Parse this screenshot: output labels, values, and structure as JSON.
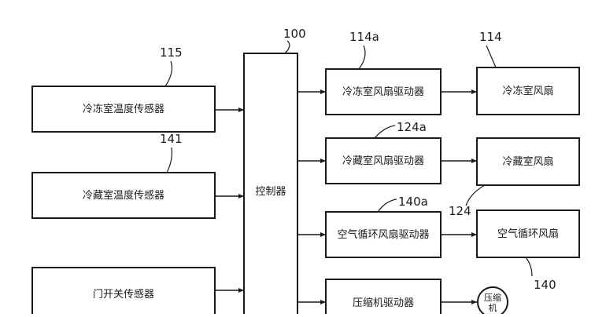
{
  "diagram": {
    "controller": {
      "label": "控制器",
      "ref": "100"
    },
    "sensors": [
      {
        "label": "冷冻室温度传感器",
        "ref": "115"
      },
      {
        "label": "冷藏室温度传感器",
        "ref": "141"
      },
      {
        "label": "门开关传感器"
      }
    ],
    "drivers": [
      {
        "label": "冷冻室风扇驱动器",
        "ref": "114a"
      },
      {
        "label": "冷藏室风扇驱动器",
        "ref": "124a"
      },
      {
        "label": "空气循环风扇驱动器",
        "ref": "140a"
      },
      {
        "label": "压缩机驱动器"
      }
    ],
    "outputs": [
      {
        "label": "冷冻室风扇",
        "ref": "114"
      },
      {
        "label": "冷藏室风扇",
        "ref": "124"
      },
      {
        "label": "空气循环风扇",
        "ref": "140"
      },
      {
        "label_line1": "压缩",
        "label_line2": "机"
      }
    ]
  },
  "colors": {
    "ink": "#1a1a1a",
    "background": "#ffffff"
  }
}
